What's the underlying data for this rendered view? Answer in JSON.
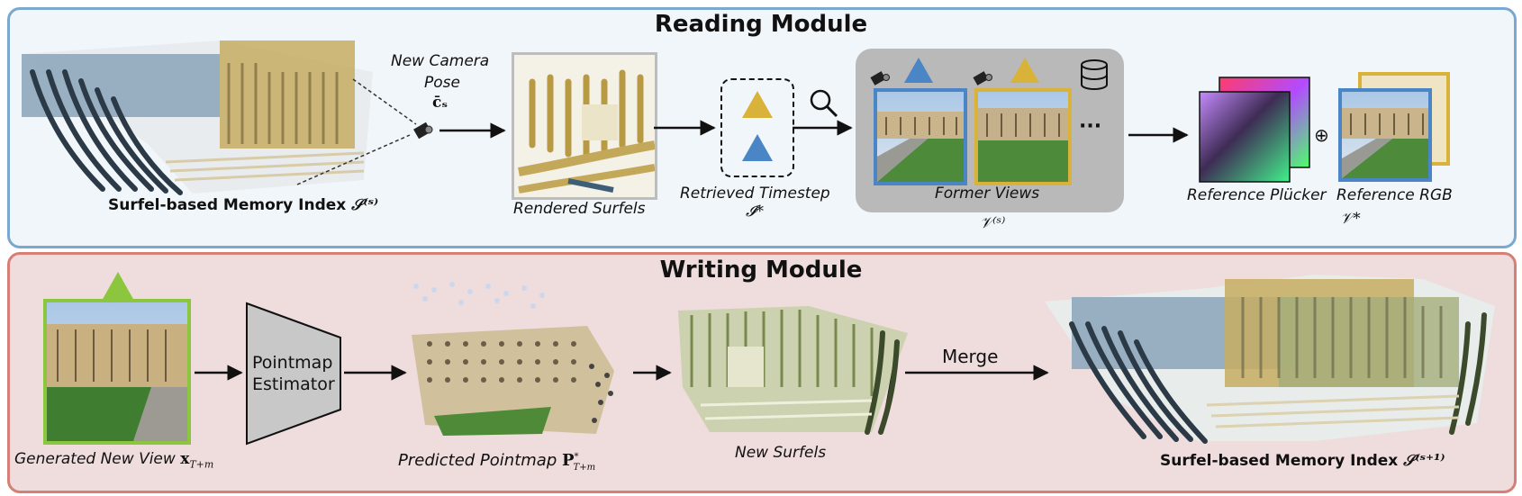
{
  "reading": {
    "title": "Reading Module",
    "memory_index_label": "Surfel-based Memory Index",
    "memory_index_symbol": "𝒮⁽ˢ⁾",
    "camera_line1": "New Camera",
    "camera_line2": "Pose",
    "camera_symbol": "c̄ₛ",
    "rendered_label": "Rendered Surfels",
    "retrieved_label": "Retrieved Timestep",
    "retrieved_symbol": "𝓘*",
    "former_views_label": "Former Views",
    "former_views_symbol": "𝒱⁽ˢ⁾",
    "ellipsis": "···",
    "plucker_label": "Reference Plücker",
    "rgb_label": "Reference RGB",
    "oplus": "⊕",
    "ref_symbol": "𝒱*",
    "colors": {
      "blue": "#4a86c6",
      "gold": "#d9b23a",
      "panel_border": "#7aa8cf"
    }
  },
  "writing": {
    "title": "Writing Module",
    "generated_label": "Generated New View",
    "generated_symbol": "x",
    "generated_sub": "T+m",
    "estimator_line1": "Pointmap",
    "estimator_line2": "Estimator",
    "pointmap_label": "Predicted Pointmap",
    "pointmap_symbol": "P",
    "pointmap_sub": "T+m",
    "pointmap_sup": "*",
    "new_surfels_label": "New Surfels",
    "merge_label": "Merge",
    "memory_index_label": "Surfel-based Memory Index",
    "memory_index_symbol": "𝒮⁽ˢ⁺¹⁾",
    "colors": {
      "green": "#8cc63e",
      "panel_border": "#d67f76"
    }
  }
}
